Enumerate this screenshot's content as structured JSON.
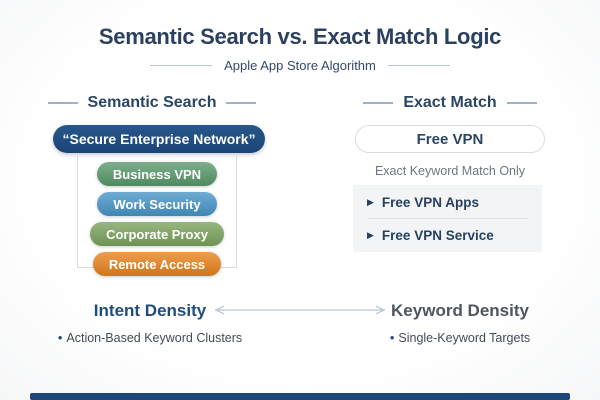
{
  "page": {
    "title": "Semantic Search vs. Exact Match Logic",
    "subtitle": "Apple App Store Algorithm"
  },
  "semantic": {
    "heading": "Semantic Search",
    "query": "“Secure Enterprise Network”",
    "clusters": [
      {
        "label": "Business VPN",
        "color": "#58996a"
      },
      {
        "label": "Work Security",
        "color": "#4795c8"
      },
      {
        "label": "Corporate Proxy",
        "color": "#7aa35c"
      },
      {
        "label": "Remote Access",
        "color": "#e8821c"
      }
    ]
  },
  "exact": {
    "heading": "Exact Match",
    "query": "Free VPN",
    "note": "Exact Keyword Match Only",
    "marker": "▶",
    "results": [
      "Free VPN Apps",
      "Free VPN Service"
    ]
  },
  "comparison": {
    "left_title": "Intent Density",
    "left_bullet": "Action-Based Keyword Clusters",
    "right_title": "Keyword Density",
    "right_bullet": "Single-Keyword Targets",
    "bullet_glyph": "•"
  },
  "colors": {
    "navy_pill": "#1f4c7e",
    "title_text": "#2c415f",
    "muted_gray": "#6e7684",
    "accent_bar": "#1e4679",
    "results_box_bg": "#f2f4f6",
    "arrow": "#b6c5d8"
  }
}
